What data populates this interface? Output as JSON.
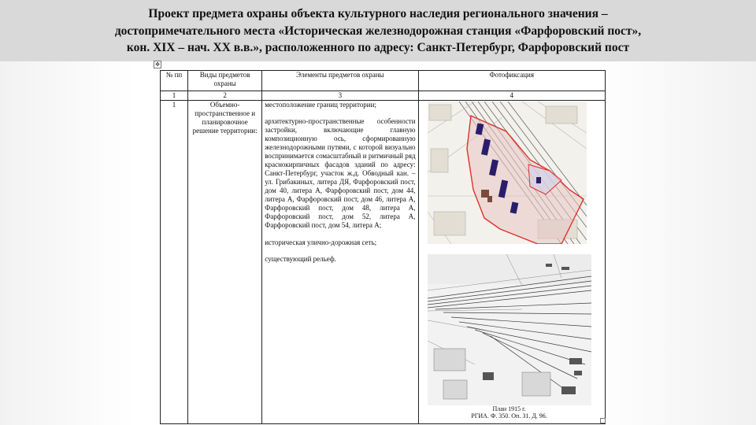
{
  "slide": {
    "title": "Проект предмета охраны объекта культурного наследия регионального значения –\nдостопримечательного места «Историческая железнодорожная станция «Фарфоровский пост»,\nкон. XIX – нач. XX в.в.», расположенного по адресу: Санкт-Петербург, Фарфоровский пост"
  },
  "table": {
    "headers": {
      "col1": "№ пп",
      "col2": "Виды предметов охраны",
      "col3": "Элементы предметов охраны",
      "col4": "Фотофиксация"
    },
    "numbers": [
      "1",
      "2",
      "3",
      "4"
    ],
    "row": {
      "num": "1",
      "kind": "Объемно-пространственное и планировочное решение территории:",
      "elements": {
        "p1": "местоположение границ территории;",
        "p2": "архитектурно-пространственные особенности застройки, включающие главную композиционную ось, сформированную железнодорожными путями, с которой визуально воспринимается сомасштабный и ритмичный ряд краснокирпичных фасадов зданий по адресу: Санкт-Петербург, участок ж.д. Обводный кан. – ул. Грибакиных, литера ДЯ, Фарфоровский пост, дом 40, литера А, Фарфоровский пост, дом 44, литера А, Фарфоровский пост, дом 46, литера А, Фарфоровский пост, дом 48, литера А, Фарфоровский пост, дом 52, литера А, Фарфоровский пост, дом 54, литера А;",
        "p3": "историческая улично-дорожная сеть;",
        "p4": "существующий рельеф."
      },
      "caption_line1": "План 1915 г.",
      "caption_line2": "РГИА. Ф. 350. Оп. 31. Д. 96."
    }
  },
  "icons": {
    "move_handle": "move-icon",
    "resize_handle": "resize-handle-icon"
  },
  "colors": {
    "header_bg": "#d9d9d9",
    "boundary_red": "#e0302c",
    "building_dark": "#2b1d6b",
    "zone_pink": "#e8c6c4"
  }
}
